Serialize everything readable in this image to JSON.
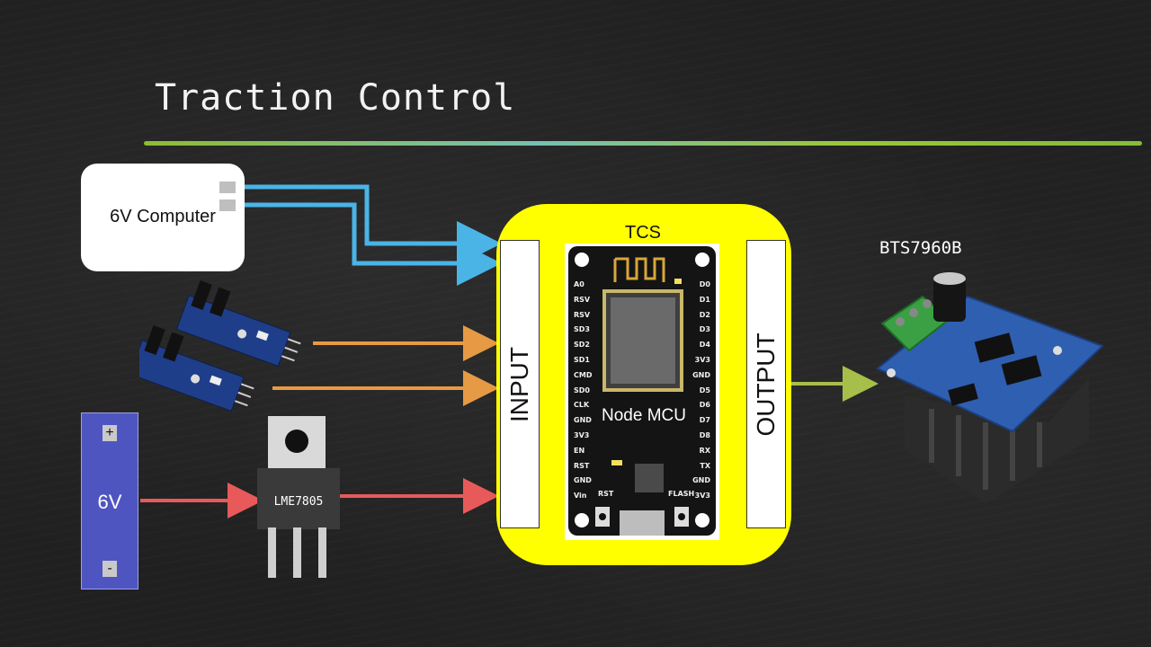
{
  "slide": {
    "title": "Traction Control"
  },
  "computer": {
    "label": "6V Computer"
  },
  "controller": {
    "title": "TCS",
    "input_label": "INPUT",
    "output_label": "OUTPUT",
    "mcu_label": "Node MCU",
    "pins_left": [
      "A0",
      "RSV",
      "RSV",
      "SD3",
      "SD2",
      "SD1",
      "CMD",
      "SD0",
      "CLK",
      "GND",
      "3V3",
      "EN",
      "RST",
      "GND",
      "Vin"
    ],
    "pins_right": [
      "D0",
      "D1",
      "D2",
      "D3",
      "D4",
      "3V3",
      "GND",
      "D5",
      "D6",
      "D7",
      "D8",
      "RX",
      "TX",
      "GND",
      "3V3"
    ],
    "button_rst": "RST",
    "button_flash": "FLASH"
  },
  "battery": {
    "plus": "+",
    "voltage": "6V",
    "minus": "-"
  },
  "regulator": {
    "label": "LME7805"
  },
  "driver": {
    "title": "BTS7960B"
  },
  "colors": {
    "computer_wire": "#4ab4e6",
    "sensor_wire": "#e69a44",
    "power_wire": "#e85a5a",
    "output_wire": "#a7bf4a",
    "controller_fill": "#ffff00",
    "battery_fill": "#4f55c0"
  }
}
